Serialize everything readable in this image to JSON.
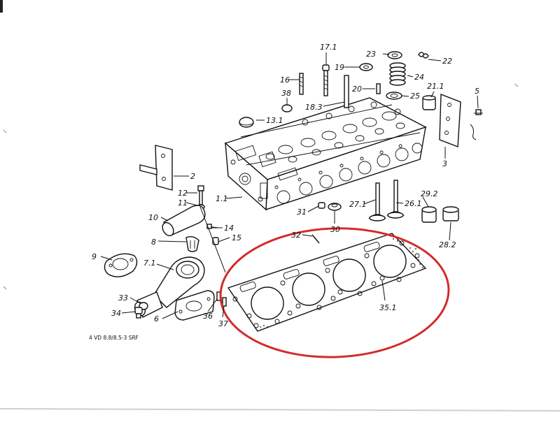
{
  "drawing": {
    "code": "4 VD 8.8/8.5-3 SRF",
    "highlight_color": "#d42a2a",
    "ink_color": "#111111",
    "paper_color": "#ffffff"
  },
  "labels": {
    "p17_1": "17.1",
    "p23": "23",
    "p22": "22",
    "p19": "19",
    "p24": "24",
    "p16": "16",
    "p21_1": "21.1",
    "p5": "5",
    "p38": "38",
    "p20": "20",
    "p25": "25",
    "p18_3": "18.3",
    "p13_1": "13.1",
    "p2": "2",
    "p3": "3",
    "p12": "12",
    "p11": "11",
    "p1_1": "1.1",
    "p29_2": "29.2",
    "p27_1": "27.1",
    "p26_1": "26.1",
    "p10": "10",
    "p31": "31",
    "p30": "30",
    "p14": "14",
    "p28_2": "28.2",
    "p32": "32",
    "p15": "15",
    "p8": "8",
    "p9": "9",
    "p7_1": "7.1",
    "p35_1": "35.1",
    "p33": "33",
    "p34": "34",
    "p6": "6",
    "p36": "36",
    "p37": "37"
  }
}
